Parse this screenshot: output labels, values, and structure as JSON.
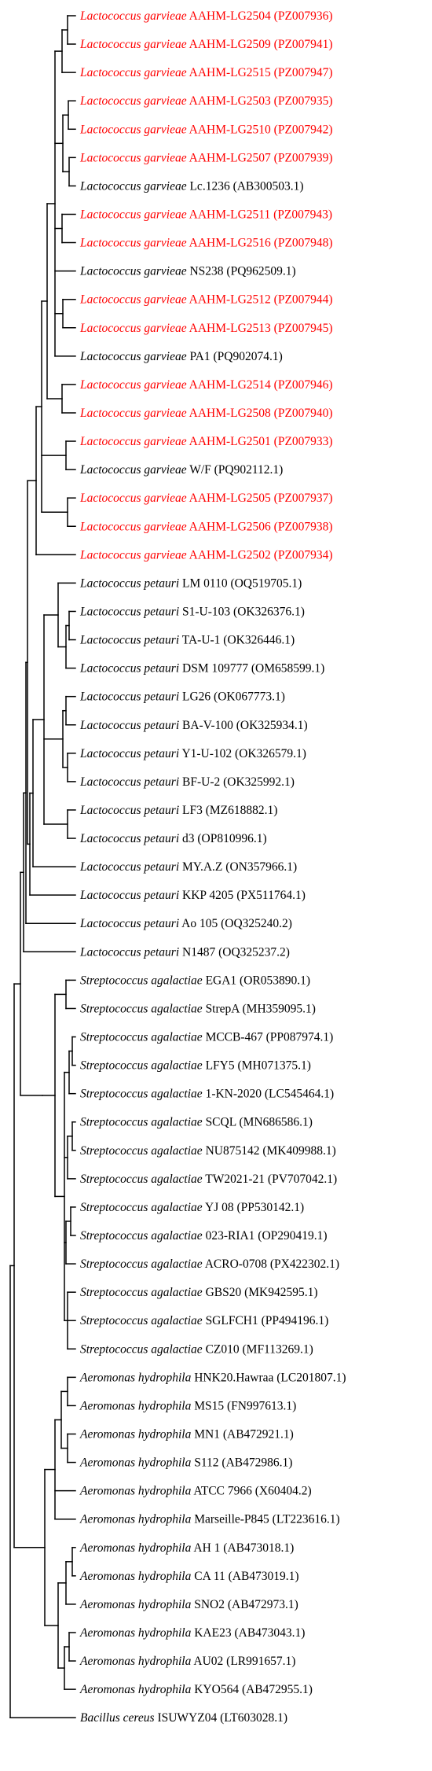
{
  "colors": {
    "highlight": "#ff0000",
    "normal": "#000000",
    "branch": "#000000"
  },
  "tree": {
    "leaves": [
      {
        "genus": "Lactococcus garvieae",
        "strain": "AAHM-LG2504 (PZ007936)",
        "highlight": true
      },
      {
        "genus": "Lactococcus garvieae",
        "strain": "AAHM-LG2509 (PZ007941)",
        "highlight": true
      },
      {
        "genus": "Lactococcus garvieae",
        "strain": "AAHM-LG2515 (PZ007947)",
        "highlight": true
      },
      {
        "genus": "Lactococcus garvieae",
        "strain": "AAHM-LG2503 (PZ007935)",
        "highlight": true
      },
      {
        "genus": "Lactococcus garvieae",
        "strain": "AAHM-LG2510 (PZ007942)",
        "highlight": true
      },
      {
        "genus": "Lactococcus garvieae",
        "strain": "AAHM-LG2507 (PZ007939)",
        "highlight": true
      },
      {
        "genus": "Lactococcus garvieae",
        "strain": "Lc.1236 (AB300503.1)",
        "highlight": false
      },
      {
        "genus": "Lactococcus garvieae",
        "strain": "AAHM-LG2511 (PZ007943)",
        "highlight": true
      },
      {
        "genus": "Lactococcus garvieae",
        "strain": "AAHM-LG2516 (PZ007948)",
        "highlight": true
      },
      {
        "genus": "Lactococcus garvieae",
        "strain": "NS238 (PQ962509.1)",
        "highlight": false
      },
      {
        "genus": "Lactococcus garvieae",
        "strain": "AAHM-LG2512 (PZ007944)",
        "highlight": true
      },
      {
        "genus": "Lactococcus garvieae",
        "strain": "AAHM-LG2513 (PZ007945)",
        "highlight": true
      },
      {
        "genus": "Lactococcus garvieae",
        "strain": "PA1 (PQ902074.1)",
        "highlight": false
      },
      {
        "genus": "Lactococcus garvieae",
        "strain": "AAHM-LG2514 (PZ007946)",
        "highlight": true
      },
      {
        "genus": "Lactococcus garvieae",
        "strain": "AAHM-LG2508 (PZ007940)",
        "highlight": true
      },
      {
        "genus": "Lactococcus garvieae",
        "strain": "AAHM-LG2501 (PZ007933)",
        "highlight": true
      },
      {
        "genus": "Lactococcus garvieae",
        "strain": "W/F (PQ902112.1)",
        "highlight": false
      },
      {
        "genus": "Lactococcus garvieae",
        "strain": "AAHM-LG2505 (PZ007937)",
        "highlight": true
      },
      {
        "genus": "Lactococcus garvieae",
        "strain": "AAHM-LG2506 (PZ007938)",
        "highlight": true
      },
      {
        "genus": "Lactococcus garvieae",
        "strain": "AAHM-LG2502 (PZ007934)",
        "highlight": true
      },
      {
        "genus": "Lactococcus petauri",
        "strain": "LM 0110 (OQ519705.1)",
        "highlight": false
      },
      {
        "genus": "Lactococcus petauri",
        "strain": "S1-U-103 (OK326376.1)",
        "highlight": false
      },
      {
        "genus": "Lactococcus petauri",
        "strain": "TA-U-1 (OK326446.1)",
        "highlight": false
      },
      {
        "genus": "Lactococcus petauri",
        "strain": "DSM 109777 (OM658599.1)",
        "highlight": false
      },
      {
        "genus": "Lactococcus petauri",
        "strain": "LG26 (OK067773.1)",
        "highlight": false
      },
      {
        "genus": "Lactococcus petauri",
        "strain": "BA-V-100 (OK325934.1)",
        "highlight": false
      },
      {
        "genus": "Lactococcus petauri",
        "strain": "Y1-U-102 (OK326579.1)",
        "highlight": false
      },
      {
        "genus": "Lactococcus petauri",
        "strain": "BF-U-2 (OK325992.1)",
        "highlight": false
      },
      {
        "genus": "Lactococcus petauri",
        "strain": "LF3 (MZ618882.1)",
        "highlight": false
      },
      {
        "genus": "Lactococcus petauri",
        "strain": "d3 (OP810996.1)",
        "highlight": false
      },
      {
        "genus": "Lactococcus petauri",
        "strain": "MY.A.Z (ON357966.1)",
        "highlight": false
      },
      {
        "genus": "Lactococcus petauri",
        "strain": "KKP 4205 (PX511764.1)",
        "highlight": false
      },
      {
        "genus": "Lactococcus petauri",
        "strain": "Ao 105 (OQ325240.2)",
        "highlight": false
      },
      {
        "genus": "Lactococcus petauri",
        "strain": "N1487 (OQ325237.2)",
        "highlight": false
      },
      {
        "genus": "Streptococcus agalactiae",
        "strain": "EGA1 (OR053890.1)",
        "highlight": false
      },
      {
        "genus": "Streptococcus agalactiae",
        "strain": "StrepA (MH359095.1)",
        "highlight": false
      },
      {
        "genus": "Streptococcus agalactiae",
        "strain": "MCCB-467 (PP087974.1)",
        "highlight": false
      },
      {
        "genus": "Streptococcus agalactiae",
        "strain": "LFY5 (MH071375.1)",
        "highlight": false
      },
      {
        "genus": "Streptococcus agalactiae",
        "strain": "1-KN-2020 (LC545464.1)",
        "highlight": false
      },
      {
        "genus": "Streptococcus agalactiae",
        "strain": "SCQL (MN686586.1)",
        "highlight": false
      },
      {
        "genus": "Streptococcus agalactiae",
        "strain": "NU875142 (MK409988.1)",
        "highlight": false
      },
      {
        "genus": "Streptococcus agalactiae",
        "strain": "TW2021-21 (PV707042.1)",
        "highlight": false
      },
      {
        "genus": "Streptococcus agalactiae",
        "strain": "YJ 08 (PP530142.1)",
        "highlight": false
      },
      {
        "genus": "Streptococcus agalactiae",
        "strain": "023-RIA1 (OP290419.1)",
        "highlight": false
      },
      {
        "genus": "Streptococcus agalactiae",
        "strain": "ACRO-0708 (PX422302.1)",
        "highlight": false
      },
      {
        "genus": "Streptococcus agalactiae",
        "strain": "GBS20 (MK942595.1)",
        "highlight": false
      },
      {
        "genus": "Streptococcus agalactiae",
        "strain": "SGLFCH1 (PP494196.1)",
        "highlight": false
      },
      {
        "genus": "Streptococcus agalactiae",
        "strain": "CZ010 (MF113269.1)",
        "highlight": false
      },
      {
        "genus": "Aeromonas hydrophila",
        "strain": "HNK20.Hawraa (LC201807.1)",
        "highlight": false
      },
      {
        "genus": "Aeromonas hydrophila",
        "strain": "MS15 (FN997613.1)",
        "highlight": false
      },
      {
        "genus": "Aeromonas hydrophila",
        "strain": "MN1 (AB472921.1)",
        "highlight": false
      },
      {
        "genus": "Aeromonas hydrophila",
        "strain": "S112 (AB472986.1)",
        "highlight": false
      },
      {
        "genus": "Aeromonas hydrophila",
        "strain": "ATCC 7966 (X60404.2)",
        "highlight": false
      },
      {
        "genus": "Aeromonas hydrophila",
        "strain": "Marseille-P845 (LT223616.1)",
        "highlight": false
      },
      {
        "genus": "Aeromonas hydrophila",
        "strain": "AH 1 (AB473018.1)",
        "highlight": false
      },
      {
        "genus": "Aeromonas hydrophila",
        "strain": "CA 11 (AB473019.1)",
        "highlight": false
      },
      {
        "genus": "Aeromonas hydrophila",
        "strain": "SNO2 (AB472973.1)",
        "highlight": false
      },
      {
        "genus": "Aeromonas hydrophila",
        "strain": "KAE23 (AB473043.1)",
        "highlight": false
      },
      {
        "genus": "Aeromonas hydrophila",
        "strain": "AU02 (LR991657.1)",
        "highlight": false
      },
      {
        "genus": "Aeromonas hydrophila",
        "strain": "KYO564 (AB472955.1)",
        "highlight": false
      },
      {
        "genus": "Bacillus cereus",
        "strain": "ISUWYZ04 (LT603028.1)",
        "highlight": false
      }
    ]
  }
}
